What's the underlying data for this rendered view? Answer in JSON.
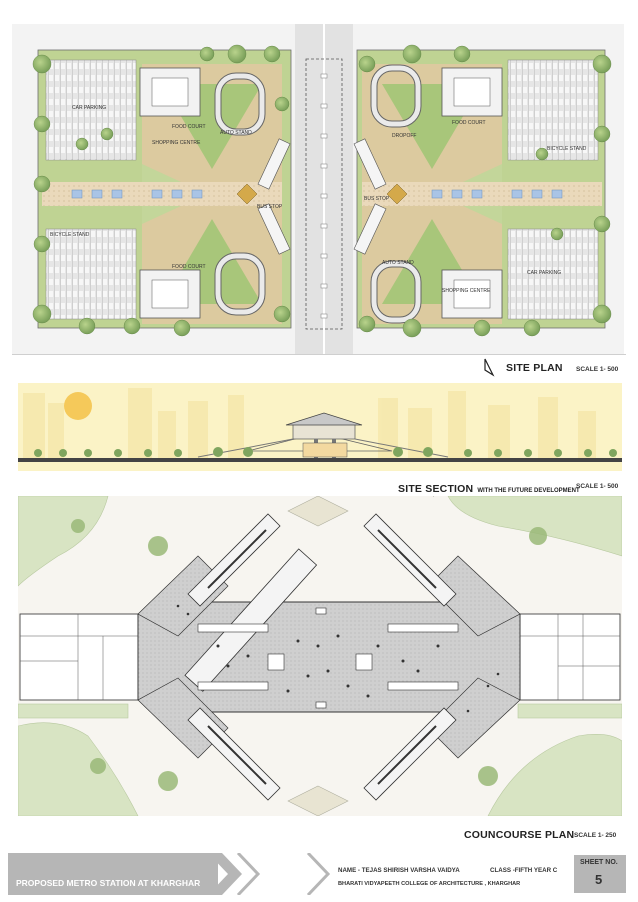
{
  "site_plan": {
    "title": "SITE PLAN",
    "scale": "SCALE 1- 500",
    "labels": {
      "food_court_left": "FOOD COURT",
      "food_court_right": "FOOD COURT",
      "shopping_centre_left": "SHOPPING CENTRE",
      "shopping_centre_right": "SHOPPING CENTRE",
      "car_parking_left": "CAR PARKING",
      "car_parking_right": "CAR PARKING",
      "bicycle_stand_left": "BICYCLE STAND",
      "bicycle_stand_right": "BICYCLE STAND",
      "bus_stop_left": "BUS STOP",
      "bus_stop_right": "BUS STOP",
      "auto_stand_left": "AUTO STAND",
      "auto_stand_right": "AUTO STAND",
      "dropoff": "DROPOFF"
    }
  },
  "site_section": {
    "title": "SITE SECTION",
    "subtitle": "WITH THE FUTURE DEVELOPMENT",
    "scale": "SCALE 1- 500"
  },
  "concourse_plan": {
    "title": "COUNCOURSE PLAN",
    "scale": "SCALE 1- 250"
  },
  "footer": {
    "project_title": "PROPOSED METRO STATION AT KHARGHAR",
    "name": "NAME - TEJAS SHIRISH VARSHA VAIDYA",
    "class": "CLASS -FIFTH YEAR C",
    "college": "BHARATI VIDYAPEETH COLLEGE OF ARCHITECTURE , KHARGHAR",
    "sheet_label": "SHEET NO.",
    "sheet_number": "5"
  },
  "colors": {
    "grass": "#b9cf8a",
    "tree": "#8fb36a",
    "paving": "#ead9bb",
    "road": "#dcdcdc",
    "parking": "#c9c9c9",
    "sky": "#fbf3c6",
    "sun": "#f5c95a",
    "footer_gray": "#b6b6b6",
    "concourse_floor": "#cfcfcf"
  }
}
